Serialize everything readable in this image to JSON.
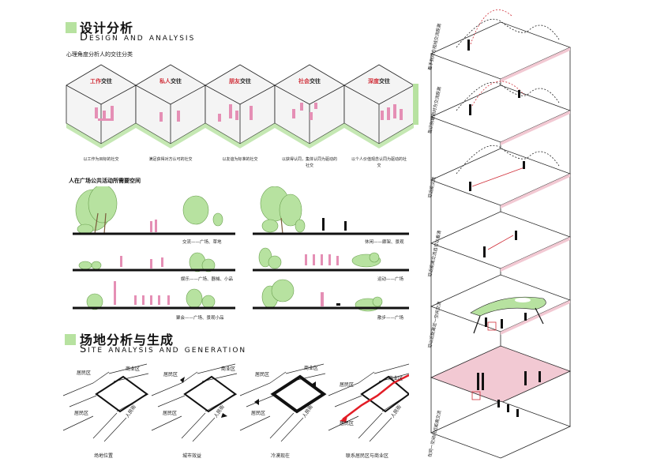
{
  "design": {
    "title_cn": "设计分析",
    "title_en": "Design and analysis",
    "subtitle": "心理角度分析人的交往分类",
    "categories": [
      {
        "red": "工作",
        "black": "交往",
        "caption": "以工作为目标的社交"
      },
      {
        "red": "私人",
        "black": "交往",
        "caption": "满足获得对方认可的社交"
      },
      {
        "red": "朋友",
        "black": "交往",
        "caption": "以友谊为标准的社交"
      },
      {
        "red": "社会",
        "black": "交往",
        "caption": "以获得认同，集体认同为驱动的社交"
      },
      {
        "red": "深度",
        "black": "交往",
        "caption": "以个人价值观念认同为驱动的社交"
      }
    ],
    "activity_title": "人在广场公共活动所需要空间",
    "activities": [
      "交流——广场、草地",
      "休闲——廊架、景观",
      "娱乐——广场、器械、小品",
      "运动——广场",
      "聚会——广场、景观小品",
      "散步——广场"
    ]
  },
  "site": {
    "title_cn": "场地分析与生成",
    "title_en": "Site analysis and generation",
    "labels": {
      "residential": "居民区",
      "commercial": "商业区",
      "street": "人民街"
    },
    "captions": [
      "场地位置",
      "城市效益",
      "冷漠现在",
      "联系居民区与商业区"
    ]
  },
  "right_panel": {
    "layers": [
      "看不到对方视线交流距离",
      "能识别看到对方交流距离",
      "可远距交流",
      "可近距离交流且可以看清",
      "可以近距离近一空间交流",
      "在同一空间内近距离交流"
    ]
  },
  "colors": {
    "accent_green": "#b7e2a0",
    "accent_red": "#d0303a",
    "figure_pink": "#e58fb5",
    "plane_pink": "#f2c9d3"
  }
}
